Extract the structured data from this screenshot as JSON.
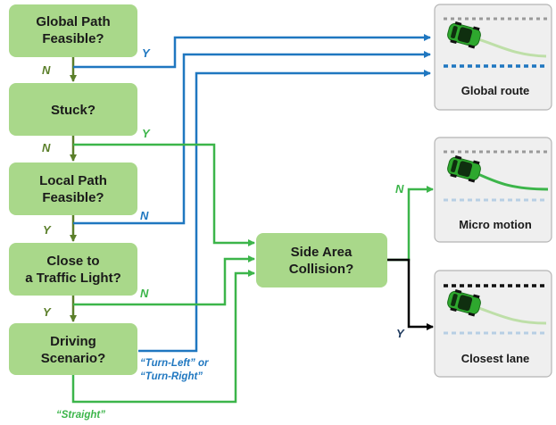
{
  "colors": {
    "node_fill": "#a9d88a",
    "dark_green": "#5b7f2a",
    "blue": "#1f77c0",
    "bright_green": "#3cb54a",
    "black": "#000000",
    "panel_fill": "#efefef",
    "car": "#2ea82e"
  },
  "nodes": {
    "global_path": [
      "Global Path",
      "Feasible?"
    ],
    "stuck": [
      "Stuck?"
    ],
    "local_path": [
      "Local Path",
      "Feasible?"
    ],
    "traffic_light": [
      "Close to",
      "a Traffic Light?"
    ],
    "driving_scenario": [
      "Driving",
      "Scenario?"
    ],
    "side_area": [
      "Side Area",
      "Collision?"
    ]
  },
  "edge_labels": {
    "global_y": "Y",
    "global_n": "N",
    "stuck_y": "Y",
    "stuck_n": "N",
    "local_n": "N",
    "local_y": "Y",
    "traffic_n": "N",
    "traffic_y": "Y",
    "turn": [
      "“Turn-Left” or",
      "“Turn-Right”"
    ],
    "straight": "“Straight”",
    "side_n": "N",
    "side_y": "Y"
  },
  "panels": {
    "global_route": "Global route",
    "micro_motion": "Micro motion",
    "closest_lane": "Closest lane"
  },
  "icons": [
    "car-icon"
  ]
}
